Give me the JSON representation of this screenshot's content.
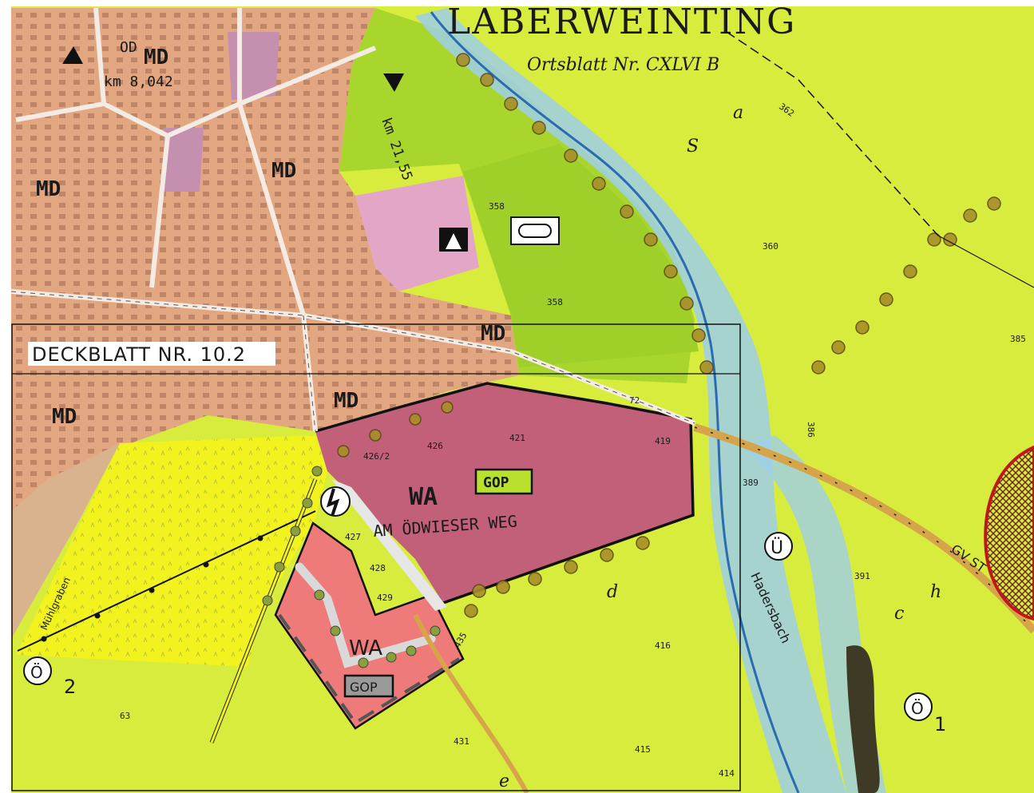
{
  "map": {
    "sheet_title": "LABERWEINTING",
    "sheet_subtitle": "Ortsblatt Nr. CXLVI B",
    "overlay_title": "DECKBLATT NR. 10.2",
    "zones": {
      "md_1": "MD",
      "md_2": "MD",
      "md_3": "MD",
      "md_4": "MD",
      "md_5": "MD",
      "md_6": "MD",
      "wa_main": "WA",
      "wa_new": "WA"
    },
    "gop_labels": {
      "main": "GOP",
      "new": "GOP"
    },
    "street_name": "AM ÖDWIESER WEG",
    "km_labels": {
      "km_top": "km 8,042",
      "km_road": "km 21,55"
    },
    "od_label": "OD",
    "waterways": {
      "muehlgraben": "Mühlgraben",
      "hadersbach": "Hadersbach"
    },
    "symbols": {
      "u_symbol": "Ü",
      "oe_left": "Ö",
      "oe_left_num": "2",
      "oe_right": "Ö",
      "oe_right_num": "1"
    },
    "road_label": "GV ST",
    "parcel_numbers": [
      "362",
      "358",
      "358",
      "360",
      "385",
      "386",
      "389",
      "391",
      "416",
      "415",
      "414",
      "427",
      "428",
      "429",
      "426/2",
      "426",
      "421",
      "419",
      "72",
      "431",
      "435",
      "63"
    ],
    "letters": [
      "S",
      "a",
      "d",
      "h",
      "c",
      "e"
    ],
    "colors": {
      "village_tan": "#e2a781",
      "yellow_green": "#d8ec3d",
      "bright_green": "#a9d62c",
      "wa_magenta": "#c2607a",
      "new_wa_pink": "#ef7a7a",
      "deckblatt_yellow": "#f2f21f",
      "water_blue": "#9fcfe8",
      "farm_pink": "#e4a6c6"
    }
  }
}
